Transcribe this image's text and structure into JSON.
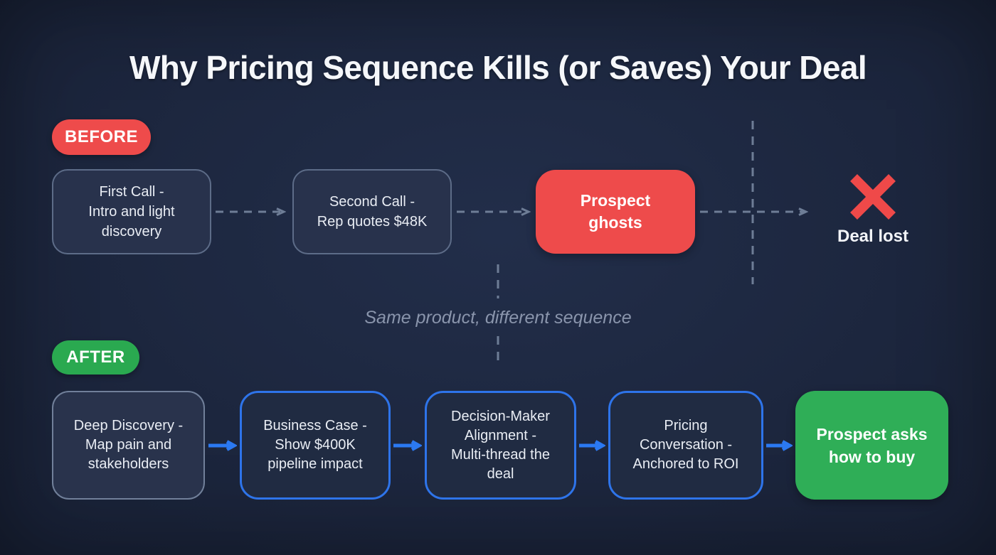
{
  "title": "Why Pricing Sequence Kills (or Saves) Your Deal",
  "divider_caption": "Same product, different sequence",
  "colors": {
    "background": "#1a2339",
    "danger": "#ee4b4b",
    "success": "#2fae57",
    "primary_blue": "#2e74ea",
    "slate_border": "#5d6c88",
    "dashed_line": "#6e7d96",
    "muted_text": "#8a95ac"
  },
  "before": {
    "label": "BEFORE",
    "steps": [
      {
        "lines": [
          "First Call -",
          "Intro and light",
          "discovery"
        ]
      },
      {
        "lines": [
          "Second Call -",
          "Rep quotes $48K"
        ]
      },
      {
        "lines": [
          "Prospect",
          "ghosts"
        ]
      }
    ],
    "outcome": {
      "icon": "x-mark",
      "label": "Deal lost"
    }
  },
  "after": {
    "label": "AFTER",
    "steps": [
      {
        "lines": [
          "Deep Discovery -",
          "Map pain and",
          "stakeholders"
        ]
      },
      {
        "lines": [
          "Business Case -",
          "Show $400K",
          "pipeline impact"
        ]
      },
      {
        "lines": [
          "Decision-Maker",
          "Alignment -",
          "Multi-thread the",
          "deal"
        ]
      },
      {
        "lines": [
          "Pricing",
          "Conversation -",
          "Anchored to ROI"
        ]
      },
      {
        "lines": [
          "Prospect asks",
          "how to buy"
        ]
      }
    ]
  }
}
